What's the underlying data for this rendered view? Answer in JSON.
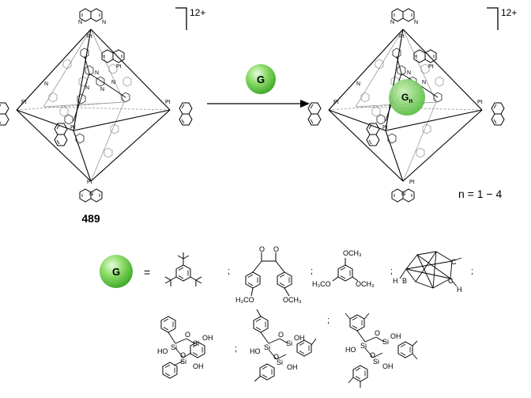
{
  "charges": {
    "left": "12+",
    "right": "12+"
  },
  "compound_label": "489",
  "guest": {
    "symbol": "G",
    "color": "#5ac83c",
    "highlight": "#c8f0b4",
    "in_cage": "G",
    "in_cage_sub": "n"
  },
  "count_label": "n = 1 − 4",
  "equals": "=",
  "separator": ";",
  "atoms": {
    "pt": "Pt",
    "n": "N",
    "h": "H",
    "b": "B",
    "c": "C",
    "si": "Si",
    "o": "O",
    "oh": "OH",
    "ho": "HO",
    "och3": "OCH3",
    "h3co": "H3CO",
    "h3co_rich": "H₃CO",
    "och3_rich": "OCH₃"
  }
}
